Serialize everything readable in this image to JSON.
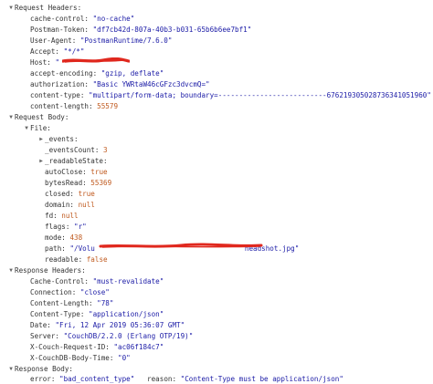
{
  "colors": {
    "string": "#1a1aa6",
    "number": "#c05a1f",
    "keyword": "#c05a1f",
    "key": "#333333",
    "redaction": "#e0281e"
  },
  "icons": {
    "expanded": "triangle-down-icon",
    "collapsed": "triangle-right-icon"
  },
  "request_headers": {
    "title": "Request Headers:",
    "items": [
      {
        "key": "cache-control:",
        "value": "\"no-cache\""
      },
      {
        "key": "Postman-Token:",
        "value": "\"df7cb42d-807a-40b3-b031-65b6b6ee7bf1\""
      },
      {
        "key": "User-Agent:",
        "value": "\"PostmanRuntime/7.6.0\""
      },
      {
        "key": "Accept:",
        "value": "\"*/*\""
      },
      {
        "key": "Host:",
        "value": "\""
      },
      {
        "key": "accept-encoding:",
        "value": "\"gzip, deflate\""
      },
      {
        "key": "authorization:",
        "value": "\"Basic YWRtaW46cGFzc3dvcmQ=\""
      },
      {
        "key": "content-type:",
        "value": "\"multipart/form-data; boundary=--------------------------676219305028736341051960\""
      },
      {
        "key": "content-length:",
        "value": "55579"
      }
    ]
  },
  "request_body": {
    "title": "Request Body:",
    "file_label": "File:",
    "items": [
      {
        "key": "_events:",
        "value": ""
      },
      {
        "key": "_eventsCount:",
        "value": "3"
      },
      {
        "key": "_readableState:",
        "value": ""
      },
      {
        "key": "autoClose:",
        "value": "true"
      },
      {
        "key": "bytesRead:",
        "value": "55369"
      },
      {
        "key": "closed:",
        "value": "true"
      },
      {
        "key": "domain:",
        "value": "null"
      },
      {
        "key": "fd:",
        "value": "null"
      },
      {
        "key": "flags:",
        "value": "\"r\""
      },
      {
        "key": "mode:",
        "value": "438"
      },
      {
        "key": "path:",
        "value": "\"/Volu",
        "value_end": "headshot.jpg\""
      },
      {
        "key": "readable:",
        "value": "false"
      }
    ]
  },
  "response_headers": {
    "title": "Response Headers:",
    "items": [
      {
        "key": "Cache-Control:",
        "value": "\"must-revalidate\""
      },
      {
        "key": "Connection:",
        "value": "\"close\""
      },
      {
        "key": "Content-Length:",
        "value": "\"78\""
      },
      {
        "key": "Content-Type:",
        "value": "\"application/json\""
      },
      {
        "key": "Date:",
        "value": "\"Fri, 12 Apr 2019 05:36:07 GMT\""
      },
      {
        "key": "Server:",
        "value": "\"CouchDB/2.2.0 (Erlang OTP/19)\""
      },
      {
        "key": "X-Couch-Request-ID:",
        "value": "\"ac06f184c7\""
      },
      {
        "key": "X-CouchDB-Body-Time:",
        "value": "\"0\""
      }
    ]
  },
  "response_body": {
    "title": "Response Body:",
    "items": [
      {
        "key": "error:",
        "value": "\"bad_content_type\""
      },
      {
        "key": "reason:",
        "value": "\"Content-Type must be application/json\""
      }
    ]
  }
}
